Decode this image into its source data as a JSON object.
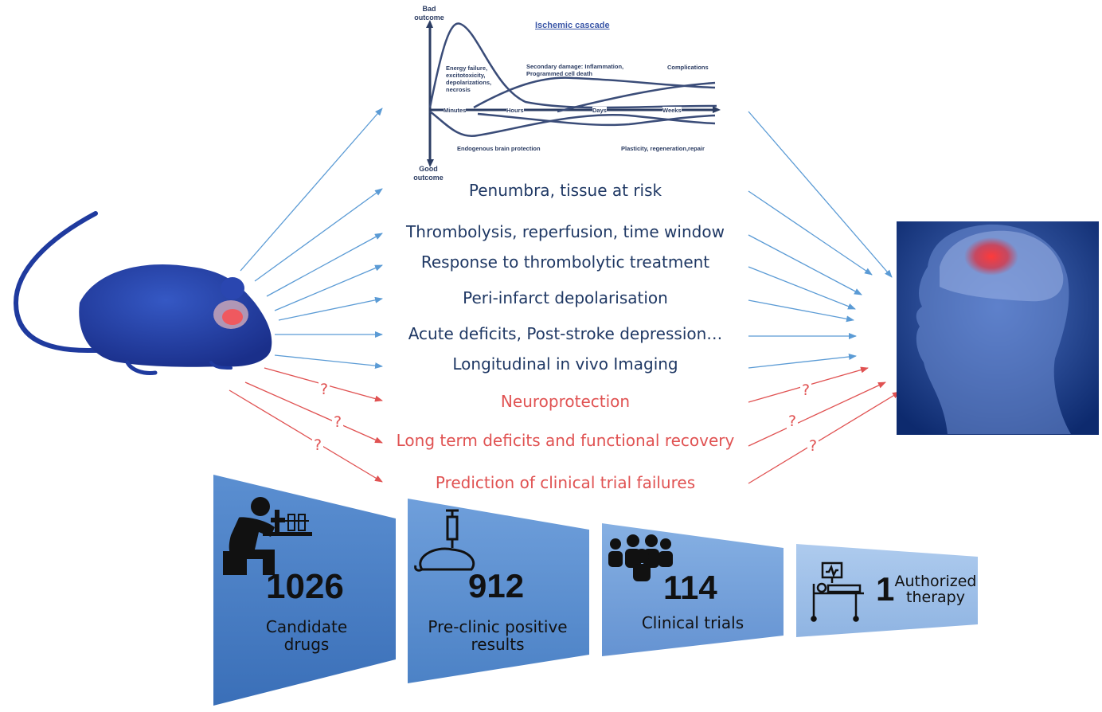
{
  "cascade": {
    "title": "Ischemic cascade",
    "y_top": "Bad outcome",
    "y_bottom": "Good outcome",
    "energy": "Energy failure, excitotoxicity, depolarizations, necrosis",
    "secondary": "Secondary damage: Inflammation, Programmed cell death",
    "complications": "Complications",
    "endogenous": "Endogenous brain protection",
    "plasticity": "Plasticity, regeneration,repair",
    "times": [
      "Minutes",
      "Hours",
      "Days",
      "Weeks"
    ]
  },
  "labels": {
    "penumbra": "Penumbra, tissue at risk",
    "thrombolysis": "Thrombolysis, reperfusion, time window",
    "response": "Response to thrombolytic treatment",
    "periinfarct": "Peri-infarct depolarisation",
    "acute": "Acute deficits, Post-stroke depression…",
    "imaging": "Longitudinal in vivo Imaging",
    "neuroprotection": "Neuroprotection",
    "longterm": "Long term deficits and functional recovery",
    "prediction": "Prediction of clinical trial failures"
  },
  "question_mark": "?",
  "funnel": [
    {
      "number": "1026",
      "caption": "Candidate drugs",
      "icon": "researcher-microscope-icon"
    },
    {
      "number": "912",
      "caption": "Pre-clinic positive results",
      "icon": "mouse-syringe-icon"
    },
    {
      "number": "114",
      "caption": "Clinical trials",
      "icon": "people-group-icon"
    },
    {
      "number": "1",
      "caption": "Authorized therapy",
      "icon": "hospital-bed-icon"
    }
  ],
  "images": {
    "mouse": "mouse-illustration",
    "head": "human-head-brain-image"
  },
  "colors": {
    "blue_text": "#1f3864",
    "red_text": "#e05252",
    "blue_arrow": "#5b9bd5",
    "red_arrow": "#e05252"
  }
}
